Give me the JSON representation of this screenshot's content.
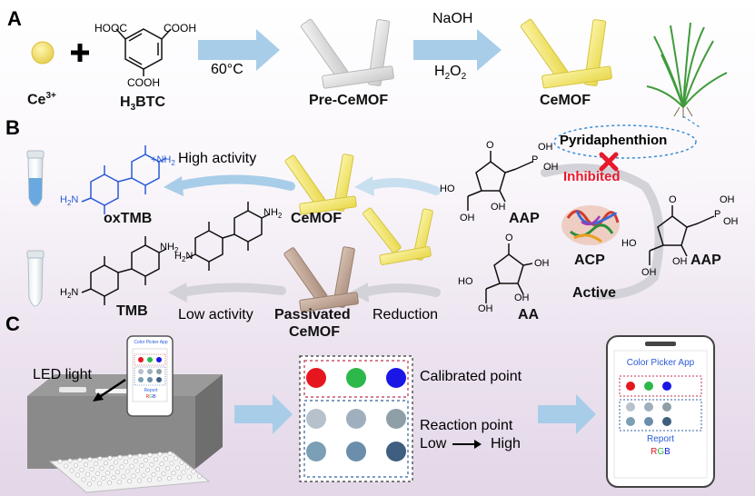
{
  "panels": {
    "a": "A",
    "b": "B",
    "c": "C"
  },
  "row_a": {
    "ce_ion": "Ce",
    "ce_charge": "3+",
    "plus": "+",
    "linker_main": "H",
    "linker_sub": "3",
    "linker_rest": "BTC",
    "cooh_top_left": "HOOC",
    "cooh_top_right": "COOH",
    "cooh_bottom": "COOH",
    "temperature": "60°C",
    "pre_label": "Pre-CeMOF",
    "reagent_1": "NaOH",
    "reagent_2_main": "H",
    "reagent_2_sub1": "2",
    "reagent_2_mid": "O",
    "reagent_2_sub2": "2",
    "cemof_label": "CeMOF"
  },
  "row_b": {
    "pesticide": "Pyridaphenthion",
    "inhibited": "Inhibited",
    "high_activity": "High activity",
    "low_activity": "Low activity",
    "cemof": "CeMOF",
    "passivated_1": "Passivated",
    "passivated_2": "CeMOF",
    "reduction": "Reduction",
    "oxtmb": "oxTMB",
    "tmb": "TMB",
    "aap": "AAP",
    "aap2": "AAP",
    "acp": "ACP",
    "active": "Active",
    "aa": "AA",
    "nh2": "NH",
    "nh2_sub": "2",
    "h2n": "H",
    "h2n_sub": "2",
    "h2n_n": "N",
    "plus_nh2": "+",
    "oh": "OH",
    "ho": "HO",
    "o": "O",
    "p": "P"
  },
  "row_c": {
    "led_light": "LED light",
    "calibrated_point": "Calibrated point",
    "reaction_point": "Reaction point",
    "low": "Low",
    "high": "High",
    "app_title": "Color Picker App",
    "report": "Report",
    "rgb_r": "R",
    "rgb_g": "G",
    "rgb_b": "B"
  },
  "colors": {
    "arrow": "#a8cde8",
    "cemof_yellow": "#f1e46a",
    "passivated_brown": "#b59a88",
    "tmb_blue": "#2a5bd8",
    "inhibited_red": "#e8192c",
    "calib_red": "#e6161e",
    "calib_green": "#2db84b",
    "calib_blue": "#1a16e6"
  },
  "reaction_dots": [
    "#b7c1cc",
    "#9fafbd",
    "#8e9fa8",
    "#7b9fb4",
    "#6a8eab",
    "#3f5e80"
  ]
}
